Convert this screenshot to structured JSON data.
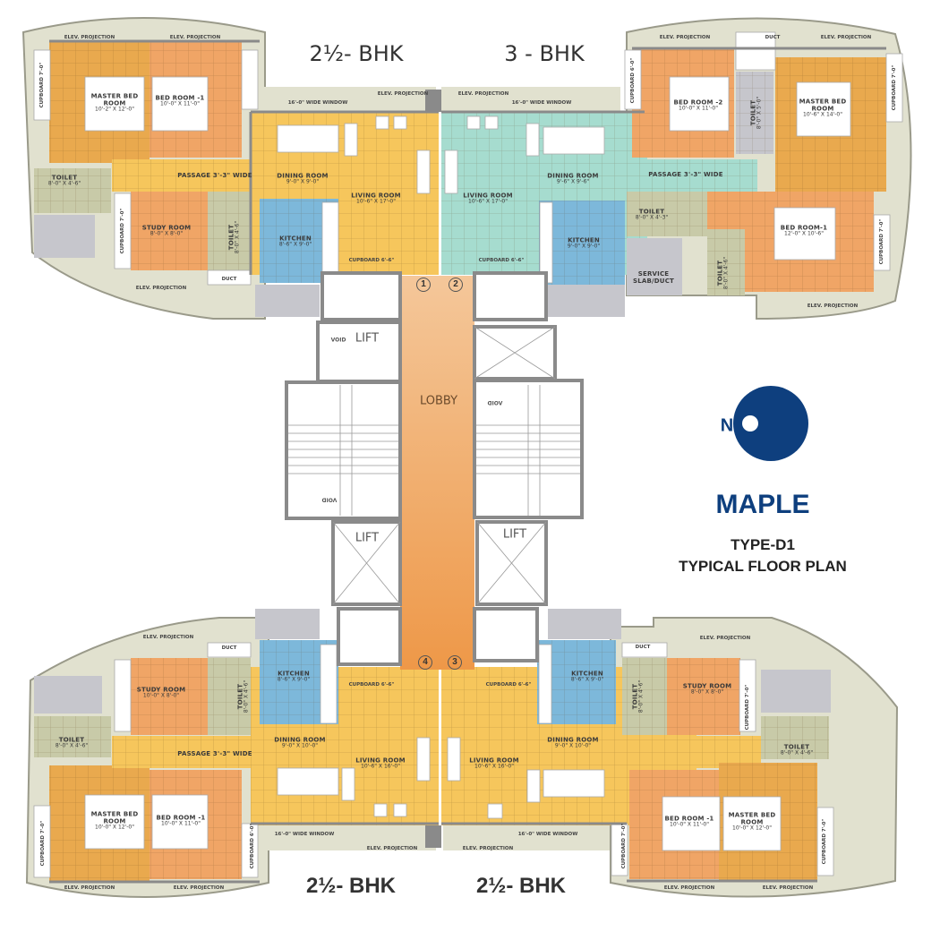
{
  "colors": {
    "navy": "#0e3f7e",
    "bedroom": "#e9a94e",
    "bedroom_light": "#f0a566",
    "living_yellow": "#f6c65c",
    "living_teal": "#a6dccf",
    "kitchen": "#7db8da",
    "toilet": "#c8caa8",
    "lobby": "#f0a55a",
    "service": "#c6c6cc",
    "projection": "#e1e1cf"
  },
  "headings": {
    "top_left": "2½- BHK",
    "top_right": "3 - BHK",
    "bottom_left": "2½- BHK",
    "bottom_right": "2½- BHK"
  },
  "legend": {
    "north": "N",
    "project": "MAPLE",
    "type": "TYPE-D1",
    "plan": "TYPICAL FLOOR PLAN",
    "compass_icon": "north-compass-icon"
  },
  "core": {
    "lobby": "LOBBY",
    "lift": "LIFT",
    "void": "VOID",
    "numbers": [
      "1",
      "2",
      "3",
      "4"
    ]
  },
  "top_left": {
    "rooms": [
      {
        "name": "MASTER BED ROOM",
        "size": "10'-2\" X 12'-0\""
      },
      {
        "name": "BED ROOM -1",
        "size": "10'-0\" X 11'-0\""
      },
      {
        "name": "TOILET",
        "size": "8'-0\" X 4'-6\""
      },
      {
        "name": "STUDY ROOM",
        "size": "8'-0\" X 8'-0\""
      },
      {
        "name": "TOILET",
        "size": "8'-0\" X 4'-6\""
      },
      {
        "name": "PASSAGE 3'-3\" WIDE",
        "size": ""
      },
      {
        "name": "DINING ROOM",
        "size": "9'-0\" X 9'-0\""
      },
      {
        "name": "LIVING ROOM",
        "size": "10'-6\" X 17'-0\""
      },
      {
        "name": "KITCHEN",
        "size": "8'-6\" X 9'-0\""
      }
    ],
    "notes": [
      "ELEV. PROJECTION",
      "ELEV. PROJECTION",
      "ELEV. PROJECTION",
      "ELEV. PROJECTION",
      "16'-0\" WIDE WINDOW",
      "CUPBOARD 6'-6\"",
      "CUPBOARD 7'-0\"",
      "CUPBOARD 7'-0\"",
      "DUCT"
    ]
  },
  "top_right": {
    "rooms": [
      {
        "name": "BED ROOM -2",
        "size": "10'-0\" X 11'-0\""
      },
      {
        "name": "TOILET",
        "size": "8'-0\" X 5'-0\""
      },
      {
        "name": "MASTER BED ROOM",
        "size": "10'-6\" X 14'-0\""
      },
      {
        "name": "PASSAGE 3'-3\" WIDE",
        "size": ""
      },
      {
        "name": "DINING ROOM",
        "size": "9'-6\" X 9'-6\""
      },
      {
        "name": "LIVING ROOM",
        "size": "10'-6\" X 17'-0\""
      },
      {
        "name": "KITCHEN",
        "size": "9'-0\" X 9'-0\""
      },
      {
        "name": "TOILET",
        "size": "8'-0\" X 4'-3\""
      },
      {
        "name": "TOILET",
        "size": "8'-0\" X 4'-6\""
      },
      {
        "name": "BED ROOM-1",
        "size": "12'-0\" X 10'-6\""
      },
      {
        "name": "SERVICE SLAB/DUCT",
        "size": ""
      }
    ],
    "notes": [
      "ELEV. PROJECTION",
      "ELEV. PROJECTION",
      "ELEV. PROJECTION",
      "ELEV. PROJECTION",
      "16'-0\" WIDE WINDOW",
      "CUPBOARD 6'-6\"",
      "CUPBOARD 6'-0\"",
      "CUPBOARD 7'-0\"",
      "CUPBOARD 7'-0\"",
      "DUCT"
    ]
  },
  "bottom_left": {
    "rooms": [
      {
        "name": "STUDY ROOM",
        "size": "10'-0\" X 8'-0\""
      },
      {
        "name": "TOILET",
        "size": "8'-0\" X 4'-6\""
      },
      {
        "name": "KITCHEN",
        "size": "8'-6\" X 9'-0\""
      },
      {
        "name": "TOILET",
        "size": "8'-0\" X 4'-6\""
      },
      {
        "name": "PASSAGE 3'-3\" WIDE",
        "size": ""
      },
      {
        "name": "DINING ROOM",
        "size": "9'-0\" X 10'-0\""
      },
      {
        "name": "LIVING ROOM",
        "size": "10'-6\" X 16'-0\""
      },
      {
        "name": "MASTER BED ROOM",
        "size": "10'-0\" X 12'-0\""
      },
      {
        "name": "BED ROOM -1",
        "size": "10'-0\" X 11'-0\""
      }
    ],
    "notes": [
      "ELEV. PROJECTION",
      "ELEV. PROJECTION",
      "ELEV. PROJECTION",
      "ELEV. PROJECTION",
      "16'-0\" WIDE WINDOW",
      "CUPBOARD 6'-6\"",
      "CUPBOARD 7'-0\"",
      "CUPBOARD 6'-0\"",
      "DUCT"
    ]
  },
  "bottom_right": {
    "rooms": [
      {
        "name": "KITCHEN",
        "size": "8'-6\" X 9'-0\""
      },
      {
        "name": "TOILET",
        "size": "8'-0\" X 4'-6\""
      },
      {
        "name": "STUDY ROOM",
        "size": "8'-0\" X 8'-0\""
      },
      {
        "name": "TOILET",
        "size": "8'-0\" X 4'-6\""
      },
      {
        "name": "DINING ROOM",
        "size": "9'-0\" X 10'-0\""
      },
      {
        "name": "LIVING ROOM",
        "size": "10'-6\" X 16'-0\""
      },
      {
        "name": "BED ROOM -1",
        "size": "10'-0\" X 11'-0\""
      },
      {
        "name": "MASTER BED ROOM",
        "size": "10'-0\" X 12'-0\""
      }
    ],
    "notes": [
      "ELEV. PROJECTION",
      "ELEV. PROJECTION",
      "ELEV. PROJECTION",
      "ELEV. PROJECTION",
      "16'-0\" WIDE WINDOW",
      "CUPBOARD 6'-6\"",
      "CUPBOARD 7'-0\"",
      "CUPBOARD 7'-0\"",
      "CUPBOARD 7'-0\"",
      "DUCT"
    ]
  }
}
